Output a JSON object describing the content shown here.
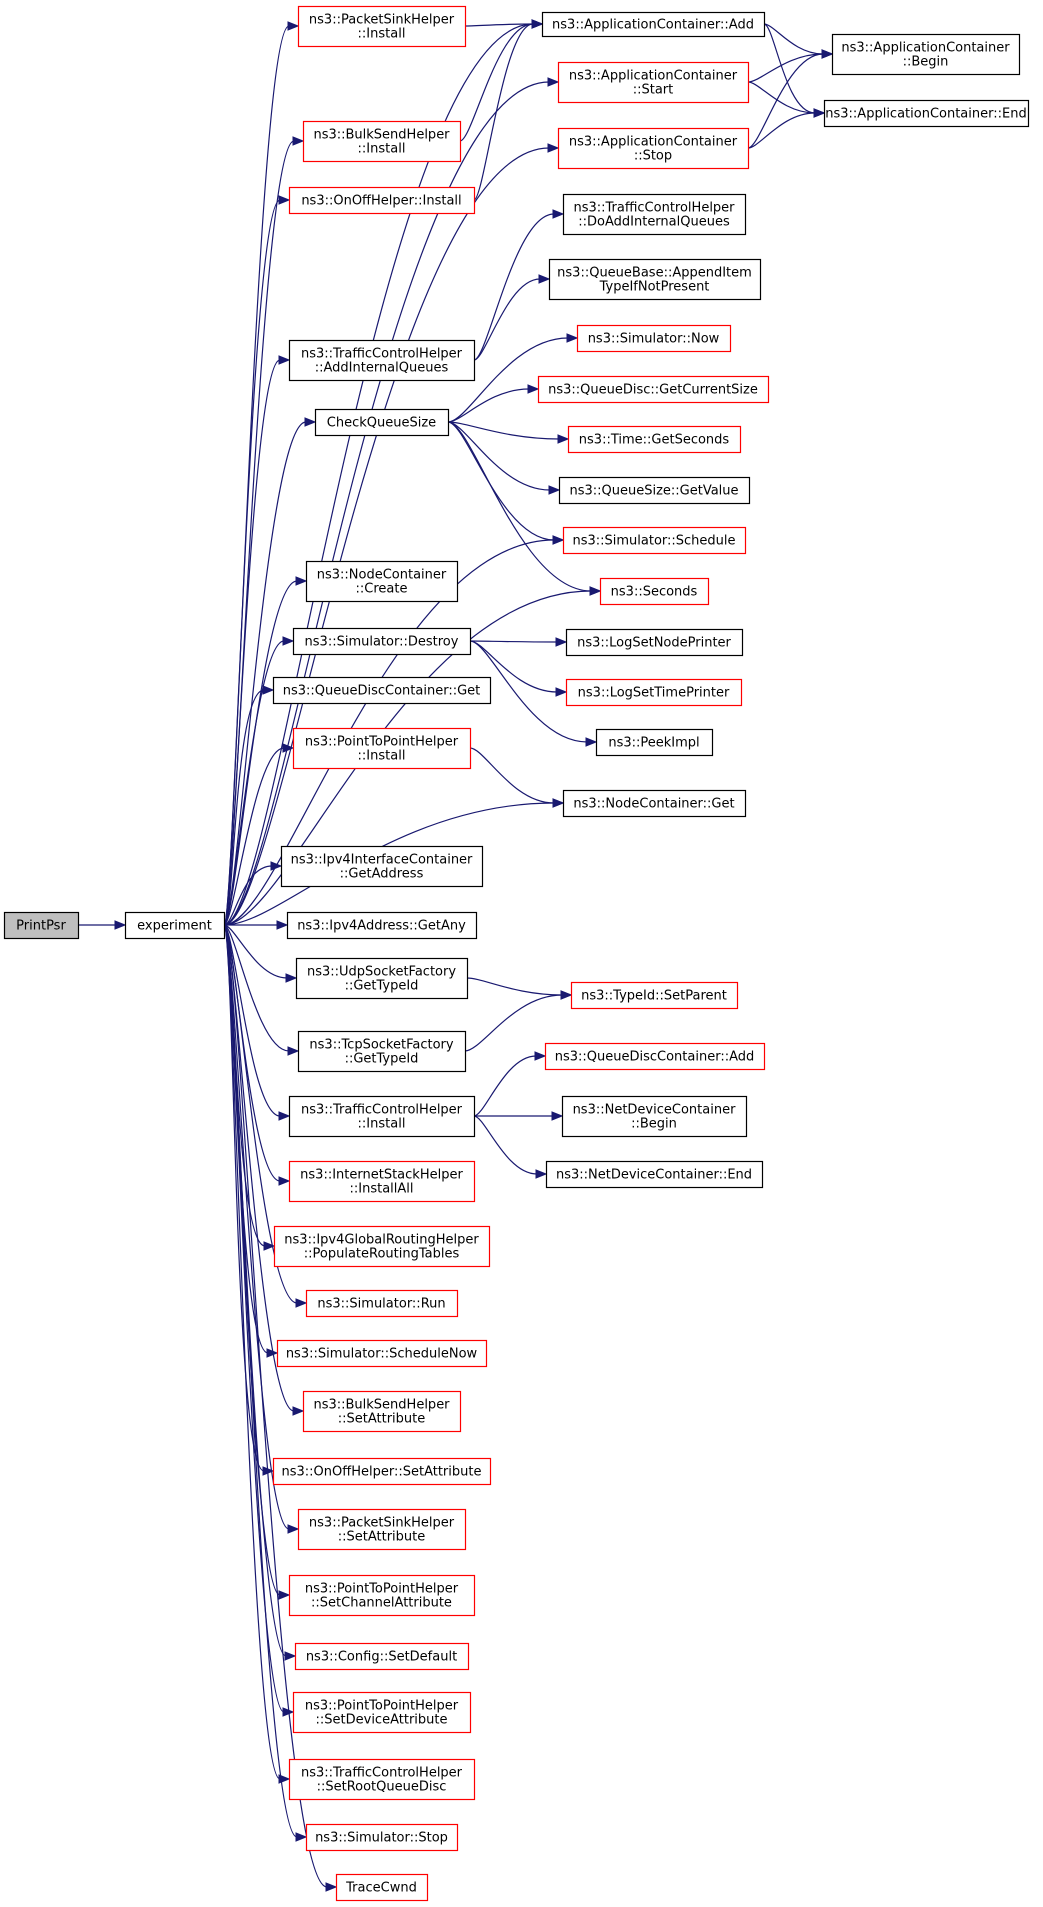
{
  "colors": {
    "edge": "#191970",
    "border_default": "#000000",
    "border_linked": "#ff0000",
    "fill_root": "#bfbfbf",
    "fill_default": "#ffffff"
  },
  "nodes": [
    {
      "id": "printpsr",
      "lines": [
        "PrintPsr"
      ],
      "style": "root"
    },
    {
      "id": "experiment",
      "lines": [
        "experiment"
      ],
      "style": "default"
    },
    {
      "id": "packetsink_install",
      "lines": [
        "ns3::PacketSinkHelper",
        "::Install"
      ],
      "style": "linked"
    },
    {
      "id": "bulksend_install",
      "lines": [
        "ns3::BulkSendHelper",
        "::Install"
      ],
      "style": "linked"
    },
    {
      "id": "onoff_install",
      "lines": [
        "ns3::OnOffHelper::Install"
      ],
      "style": "linked"
    },
    {
      "id": "tch_addinternalqueues",
      "lines": [
        "ns3::TrafficControlHelper",
        "::AddInternalQueues"
      ],
      "style": "default"
    },
    {
      "id": "checkqueuesize",
      "lines": [
        "CheckQueueSize"
      ],
      "style": "default"
    },
    {
      "id": "nodecontainer_create",
      "lines": [
        "ns3::NodeContainer",
        "::Create"
      ],
      "style": "default"
    },
    {
      "id": "simulator_destroy",
      "lines": [
        "ns3::Simulator::Destroy"
      ],
      "style": "default"
    },
    {
      "id": "queuedisccontainer_get",
      "lines": [
        "ns3::QueueDiscContainer::Get"
      ],
      "style": "default"
    },
    {
      "id": "p2p_install",
      "lines": [
        "ns3::PointToPointHelper",
        "::Install"
      ],
      "style": "linked"
    },
    {
      "id": "ipv4ifc_getaddress",
      "lines": [
        "ns3::Ipv4InterfaceContainer",
        "::GetAddress"
      ],
      "style": "default"
    },
    {
      "id": "ipv4address_getany",
      "lines": [
        "ns3::Ipv4Address::GetAny"
      ],
      "style": "default"
    },
    {
      "id": "udpsocketfactory_gettypeid",
      "lines": [
        "ns3::UdpSocketFactory",
        "::GetTypeId"
      ],
      "style": "default"
    },
    {
      "id": "tcpsocketfactory_gettypeid",
      "lines": [
        "ns3::TcpSocketFactory",
        "::GetTypeId"
      ],
      "style": "default"
    },
    {
      "id": "tch_install",
      "lines": [
        "ns3::TrafficControlHelper",
        "::Install"
      ],
      "style": "default"
    },
    {
      "id": "internetstack_installall",
      "lines": [
        "ns3::InternetStackHelper",
        "::InstallAll"
      ],
      "style": "linked"
    },
    {
      "id": "ipv4globalrouting_populate",
      "lines": [
        "ns3::Ipv4GlobalRoutingHelper",
        "::PopulateRoutingTables"
      ],
      "style": "linked"
    },
    {
      "id": "simulator_run",
      "lines": [
        "ns3::Simulator::Run"
      ],
      "style": "linked"
    },
    {
      "id": "simulator_schedulenow",
      "lines": [
        "ns3::Simulator::ScheduleNow"
      ],
      "style": "linked"
    },
    {
      "id": "bulksend_setattribute",
      "lines": [
        "ns3::BulkSendHelper",
        "::SetAttribute"
      ],
      "style": "linked"
    },
    {
      "id": "onoff_setattribute",
      "lines": [
        "ns3::OnOffHelper::SetAttribute"
      ],
      "style": "linked"
    },
    {
      "id": "packetsink_setattribute",
      "lines": [
        "ns3::PacketSinkHelper",
        "::SetAttribute"
      ],
      "style": "linked"
    },
    {
      "id": "p2p_setchannelattribute",
      "lines": [
        "ns3::PointToPointHelper",
        "::SetChannelAttribute"
      ],
      "style": "linked"
    },
    {
      "id": "config_setdefault",
      "lines": [
        "ns3::Config::SetDefault"
      ],
      "style": "linked"
    },
    {
      "id": "p2p_setdeviceattribute",
      "lines": [
        "ns3::PointToPointHelper",
        "::SetDeviceAttribute"
      ],
      "style": "linked"
    },
    {
      "id": "tch_setrootqueuedisc",
      "lines": [
        "ns3::TrafficControlHelper",
        "::SetRootQueueDisc"
      ],
      "style": "linked"
    },
    {
      "id": "simulator_stop",
      "lines": [
        "ns3::Simulator::Stop"
      ],
      "style": "linked"
    },
    {
      "id": "tracecwnd",
      "lines": [
        "TraceCwnd"
      ],
      "style": "linked"
    },
    {
      "id": "appcontainer_add",
      "lines": [
        "ns3::ApplicationContainer::Add"
      ],
      "style": "default"
    },
    {
      "id": "appcontainer_start",
      "lines": [
        "ns3::ApplicationContainer",
        "::Start"
      ],
      "style": "linked"
    },
    {
      "id": "appcontainer_stop",
      "lines": [
        "ns3::ApplicationContainer",
        "::Stop"
      ],
      "style": "linked"
    },
    {
      "id": "tch_doaddinternalqueues",
      "lines": [
        "ns3::TrafficControlHelper",
        "::DoAddInternalQueues"
      ],
      "style": "default"
    },
    {
      "id": "queuebase_appenditem",
      "lines": [
        "ns3::QueueBase::AppendItem",
        "TypeIfNotPresent"
      ],
      "style": "default"
    },
    {
      "id": "simulator_now",
      "lines": [
        "ns3::Simulator::Now"
      ],
      "style": "linked"
    },
    {
      "id": "queuedisc_getcurrentsize",
      "lines": [
        "ns3::QueueDisc::GetCurrentSize"
      ],
      "style": "linked"
    },
    {
      "id": "time_getseconds",
      "lines": [
        "ns3::Time::GetSeconds"
      ],
      "style": "linked"
    },
    {
      "id": "queuesize_getvalue",
      "lines": [
        "ns3::QueueSize::GetValue"
      ],
      "style": "default"
    },
    {
      "id": "simulator_schedule",
      "lines": [
        "ns3::Simulator::Schedule"
      ],
      "style": "linked"
    },
    {
      "id": "seconds",
      "lines": [
        "ns3::Seconds"
      ],
      "style": "linked"
    },
    {
      "id": "logsetnodeprinter",
      "lines": [
        "ns3::LogSetNodePrinter"
      ],
      "style": "default"
    },
    {
      "id": "logsettimeprinter",
      "lines": [
        "ns3::LogSetTimePrinter"
      ],
      "style": "linked"
    },
    {
      "id": "peekimpl",
      "lines": [
        "ns3::PeekImpl"
      ],
      "style": "default"
    },
    {
      "id": "nodecontainer_get",
      "lines": [
        "ns3::NodeContainer::Get"
      ],
      "style": "default"
    },
    {
      "id": "typeid_setparent",
      "lines": [
        "ns3::TypeId::SetParent"
      ],
      "style": "linked"
    },
    {
      "id": "queuedisccontainer_add",
      "lines": [
        "ns3::QueueDiscContainer::Add"
      ],
      "style": "linked"
    },
    {
      "id": "netdevicecontainer_begin",
      "lines": [
        "ns3::NetDeviceContainer",
        "::Begin"
      ],
      "style": "default"
    },
    {
      "id": "netdevicecontainer_end",
      "lines": [
        "ns3::NetDeviceContainer::End"
      ],
      "style": "default"
    },
    {
      "id": "appcontainer_begin",
      "lines": [
        "ns3::ApplicationContainer",
        "::Begin"
      ],
      "style": "default"
    },
    {
      "id": "appcontainer_end",
      "lines": [
        "ns3::ApplicationContainer::End"
      ],
      "style": "default"
    }
  ],
  "edges": [
    [
      "printpsr",
      "experiment"
    ],
    [
      "experiment",
      "packetsink_install"
    ],
    [
      "experiment",
      "appcontainer_add"
    ],
    [
      "experiment",
      "bulksend_install"
    ],
    [
      "experiment",
      "onoff_install"
    ],
    [
      "experiment",
      "appcontainer_start"
    ],
    [
      "experiment",
      "appcontainer_stop"
    ],
    [
      "experiment",
      "tch_addinternalqueues"
    ],
    [
      "experiment",
      "checkqueuesize"
    ],
    [
      "experiment",
      "simulator_schedule"
    ],
    [
      "experiment",
      "seconds"
    ],
    [
      "experiment",
      "nodecontainer_create"
    ],
    [
      "experiment",
      "simulator_destroy"
    ],
    [
      "experiment",
      "queuedisccontainer_get"
    ],
    [
      "experiment",
      "p2p_install"
    ],
    [
      "experiment",
      "nodecontainer_get"
    ],
    [
      "experiment",
      "ipv4ifc_getaddress"
    ],
    [
      "experiment",
      "ipv4address_getany"
    ],
    [
      "experiment",
      "udpsocketfactory_gettypeid"
    ],
    [
      "experiment",
      "tcpsocketfactory_gettypeid"
    ],
    [
      "experiment",
      "tch_install"
    ],
    [
      "experiment",
      "internetstack_installall"
    ],
    [
      "experiment",
      "ipv4globalrouting_populate"
    ],
    [
      "experiment",
      "simulator_run"
    ],
    [
      "experiment",
      "simulator_schedulenow"
    ],
    [
      "experiment",
      "bulksend_setattribute"
    ],
    [
      "experiment",
      "onoff_setattribute"
    ],
    [
      "experiment",
      "packetsink_setattribute"
    ],
    [
      "experiment",
      "p2p_setchannelattribute"
    ],
    [
      "experiment",
      "config_setdefault"
    ],
    [
      "experiment",
      "p2p_setdeviceattribute"
    ],
    [
      "experiment",
      "tch_setrootqueuedisc"
    ],
    [
      "experiment",
      "simulator_stop"
    ],
    [
      "experiment",
      "tracecwnd"
    ],
    [
      "packetsink_install",
      "appcontainer_add"
    ],
    [
      "bulksend_install",
      "appcontainer_add"
    ],
    [
      "onoff_install",
      "appcontainer_add"
    ],
    [
      "appcontainer_add",
      "appcontainer_begin"
    ],
    [
      "appcontainer_add",
      "appcontainer_end"
    ],
    [
      "appcontainer_start",
      "appcontainer_begin"
    ],
    [
      "appcontainer_start",
      "appcontainer_end"
    ],
    [
      "appcontainer_stop",
      "appcontainer_begin"
    ],
    [
      "appcontainer_stop",
      "appcontainer_end"
    ],
    [
      "tch_addinternalqueues",
      "tch_doaddinternalqueues"
    ],
    [
      "tch_addinternalqueues",
      "queuebase_appenditem"
    ],
    [
      "checkqueuesize",
      "simulator_now"
    ],
    [
      "checkqueuesize",
      "queuedisc_getcurrentsize"
    ],
    [
      "checkqueuesize",
      "time_getseconds"
    ],
    [
      "checkqueuesize",
      "queuesize_getvalue"
    ],
    [
      "checkqueuesize",
      "simulator_schedule"
    ],
    [
      "checkqueuesize",
      "seconds"
    ],
    [
      "simulator_destroy",
      "logsetnodeprinter"
    ],
    [
      "simulator_destroy",
      "logsettimeprinter"
    ],
    [
      "simulator_destroy",
      "peekimpl"
    ],
    [
      "p2p_install",
      "nodecontainer_get"
    ],
    [
      "udpsocketfactory_gettypeid",
      "typeid_setparent"
    ],
    [
      "tcpsocketfactory_gettypeid",
      "typeid_setparent"
    ],
    [
      "tch_install",
      "queuedisccontainer_add"
    ],
    [
      "tch_install",
      "netdevicecontainer_begin"
    ],
    [
      "tch_install",
      "netdevicecontainer_end"
    ]
  ]
}
